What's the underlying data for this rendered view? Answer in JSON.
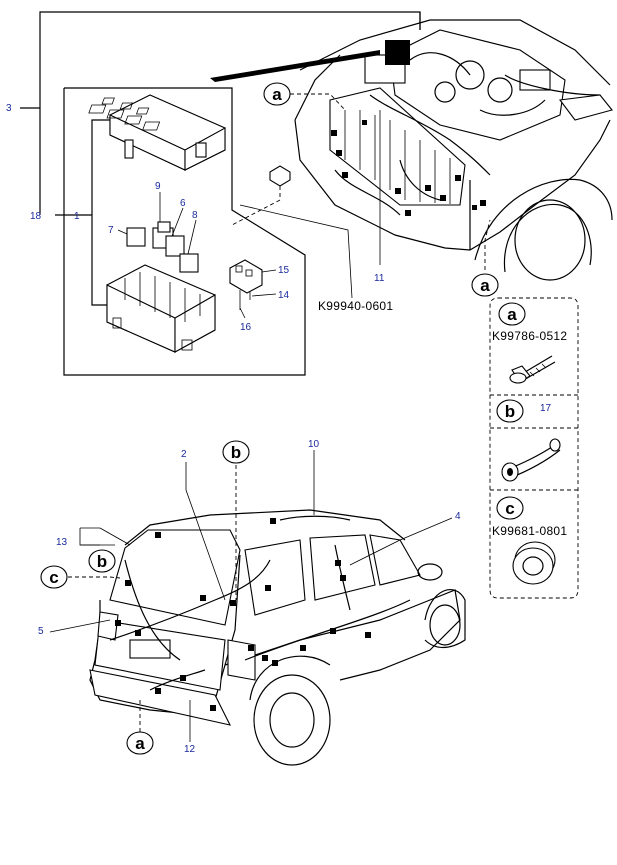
{
  "callouts": {
    "n1": "1",
    "n2": "2",
    "n3": "3",
    "n4": "4",
    "n5": "5",
    "n6": "6",
    "n7": "7",
    "n8": "8",
    "n9": "9",
    "n10": "10",
    "n11": "11",
    "n12": "12",
    "n13": "13",
    "n14": "14",
    "n15": "15",
    "n16": "16",
    "n17": "17",
    "n18": "18"
  },
  "part_codes": {
    "k99940": "K99940-0601",
    "k99786": "K99786-0512",
    "k99681": "K99681-0801"
  },
  "reference_letters": {
    "a": "a",
    "b": "b",
    "c": "c"
  }
}
